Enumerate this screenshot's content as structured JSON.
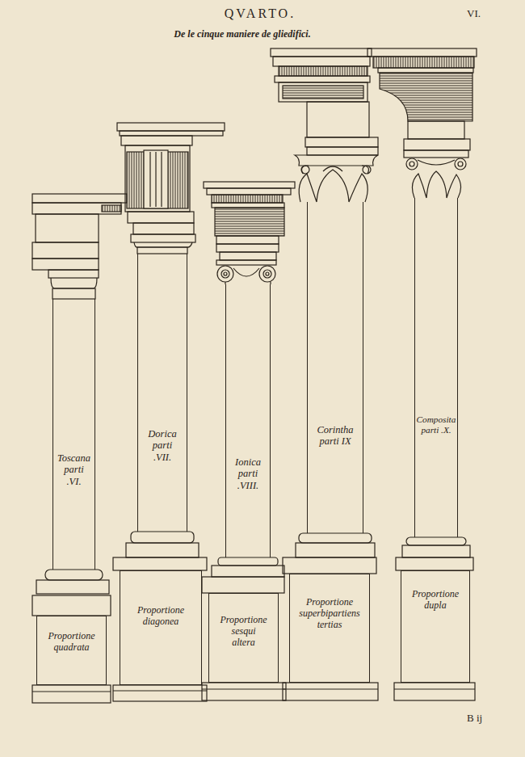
{
  "diagram": {
    "title": "QVARTO.",
    "nodes": [
      {
        "text": [
          "Toscana parti .VI."
        ]
      },
      {
        "text": [
          "Dorica parti .VII."
        ]
      },
      {
        "text": [
          "Ionica parti .VIII."
        ]
      },
      {
        "text": [
          "Corintha parti IX"
        ]
      },
      {
        "text": [
          "Composita parti .X."
        ]
      },
      {
        "text": [
          "Proportione quadrata"
        ]
      },
      {
        "text": [
          "Proportione diagonea"
        ]
      },
      {
        "text": [
          "Proportione sesqui altera"
        ]
      },
      {
        "text": [
          "Proportione superbipartiens tertias"
        ]
      },
      {
        "text": [
          "Proportione dupla"
        ]
      }
    ],
    "labels": [
      "VI.",
      "De le cinque maniere de gliedifici.",
      "B ij"
    ]
  }
}
